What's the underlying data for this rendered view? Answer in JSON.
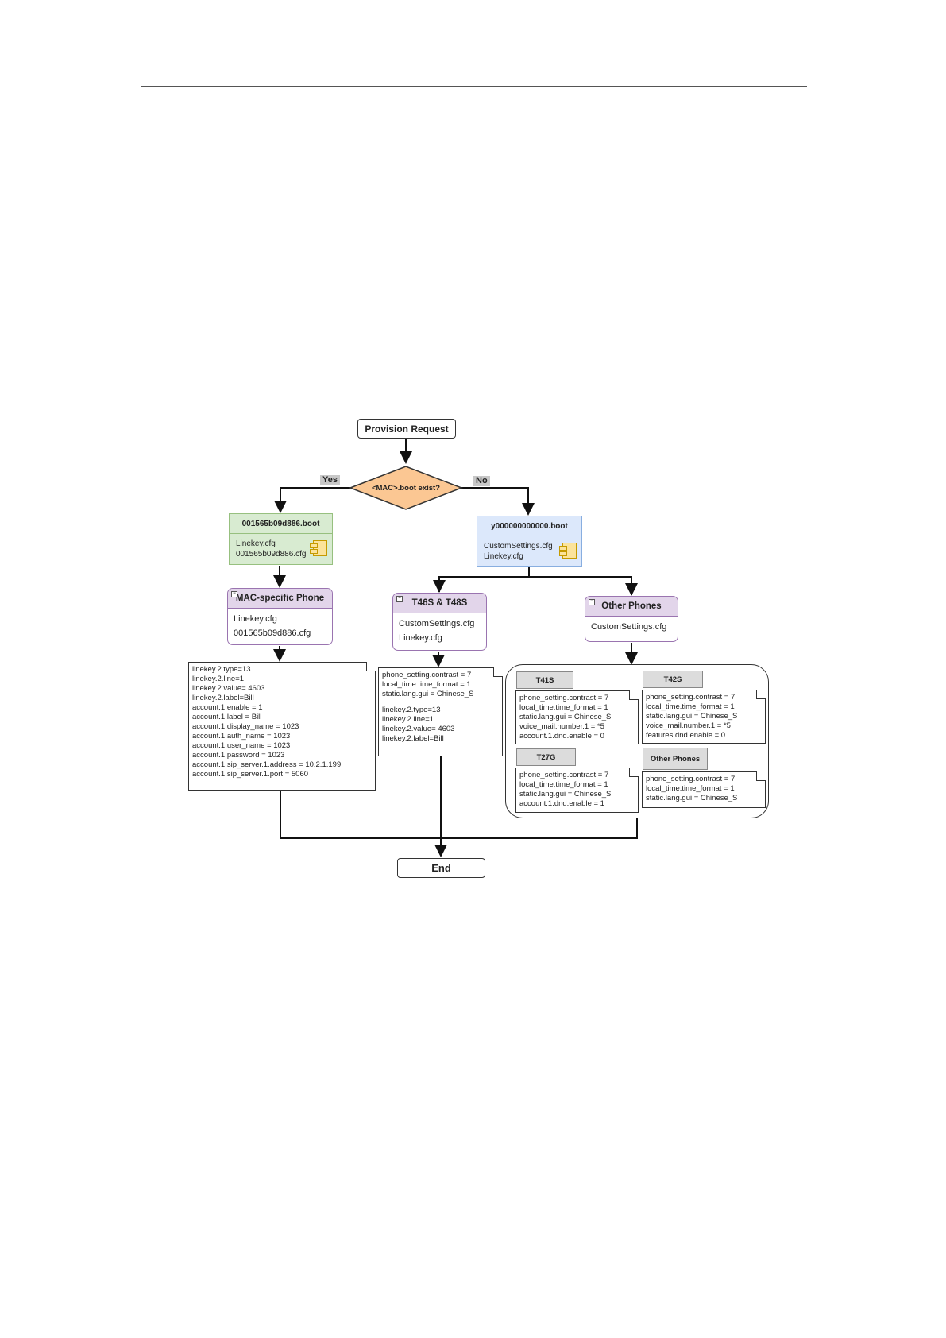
{
  "diagram": {
    "start": "Provision Request",
    "decision": "<MAC>.boot exist?",
    "yes": "Yes",
    "no": "No",
    "mac_boot": {
      "title": "001565b09d886.boot",
      "files": [
        "Linekey.cfg",
        "001565b09d886.cfg"
      ]
    },
    "common_boot": {
      "title": "y000000000000.boot",
      "files": [
        "CustomSettings.cfg",
        "Linekey.cfg"
      ]
    },
    "mac_phone": {
      "title": "MAC-specific Phone",
      "files": [
        "Linekey.cfg",
        "001565b09d886.cfg"
      ]
    },
    "t46": {
      "title": "T46S & T48S",
      "files": [
        "CustomSettings.cfg",
        "Linekey.cfg"
      ]
    },
    "other": {
      "title": "Other Phones",
      "files": [
        "CustomSettings.cfg"
      ]
    },
    "mac_note": [
      "linekey.2.type=13",
      "linekey.2.line=1",
      "linekey.2.value= 4603",
      "linekey.2.label=Bill",
      "account.1.enable = 1",
      "account.1.label = Bill",
      "account.1.display_name = 1023",
      "account.1.auth_name = 1023",
      "account.1.user_name = 1023",
      "account.1.password = 1023",
      "account.1.sip_server.1.address = 10.2.1.199",
      "account.1.sip_server.1.port = 5060"
    ],
    "t46_note": {
      "group1": [
        "phone_setting.contrast = 7",
        "local_time.time_format = 1",
        "static.lang.gui = Chinese_S"
      ],
      "group2": [
        "linekey.2.type=13",
        "linekey.2.line=1",
        "linekey.2.value= 4603",
        "linekey.2.label=Bill"
      ]
    },
    "models": [
      {
        "tab": "T41S",
        "lines": [
          "phone_setting.contrast = 7",
          "local_time.time_format = 1",
          "static.lang.gui = Chinese_S",
          "voice_mail.number.1 = *5",
          "account.1.dnd.enable = 0"
        ]
      },
      {
        "tab": "T42S",
        "lines": [
          "phone_setting.contrast = 7",
          "local_time.time_format = 1",
          "static.lang.gui = Chinese_S",
          "voice_mail.number.1 = *5",
          "features.dnd.enable = 0"
        ]
      },
      {
        "tab": "T27G",
        "lines": [
          "phone_setting.contrast = 7",
          "local_time.time_format = 1",
          "static.lang.gui = Chinese_S",
          "account.1.dnd.enable = 1"
        ]
      },
      {
        "tab": "Other Phones",
        "lines": [
          "phone_setting.contrast = 7",
          "local_time.time_format = 1",
          "static.lang.gui = Chinese_S"
        ]
      }
    ],
    "end": "End"
  }
}
